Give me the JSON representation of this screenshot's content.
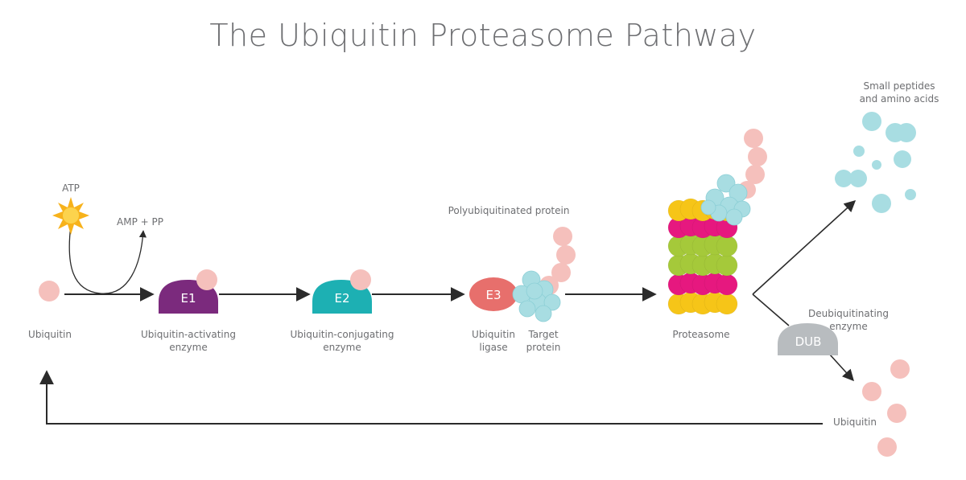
{
  "title": "The Ubiquitin Proteasome Pathway",
  "labels": {
    "atp": "ATP",
    "amp_pp": "AMP + PP",
    "ubiquitin": "Ubiquitin",
    "e1_line1": "Ubiquitin-activating",
    "e1_line2": "enzyme",
    "e2_line1": "Ubiquitin-conjugating",
    "e2_line2": "enzyme",
    "polyubiquitinated": "Polyubiquitinated protein",
    "e3_line1": "Ubiquitin",
    "e3_line2": "ligase",
    "target_line1": "Target",
    "target_line2": "protein",
    "proteasome": "Proteasome",
    "peptides_line1": "Small peptides",
    "peptides_line2": "and amino acids",
    "dub_line1": "Deubiquitinating",
    "dub_line2": "enzyme",
    "ubiquitin_recycled": "Ubiquitin"
  },
  "enzymes": {
    "e1": "E1",
    "e2": "E2",
    "e3": "E3",
    "dub": "DUB"
  },
  "colors": {
    "ubiquitin": "#f5c0bc",
    "e1": "#7b2a7d",
    "e2": "#1db0b3",
    "e3": "#e76f6c",
    "dub": "#b8bcbf",
    "target_protein": "#a8dde2",
    "peptides": "#a8dde2",
    "atp": "#f7b21b",
    "proteasome_yellow": "#f6c518",
    "proteasome_magenta": "#e6187f",
    "proteasome_green": "#a5c93a",
    "arrow": "#2b2b2b"
  }
}
